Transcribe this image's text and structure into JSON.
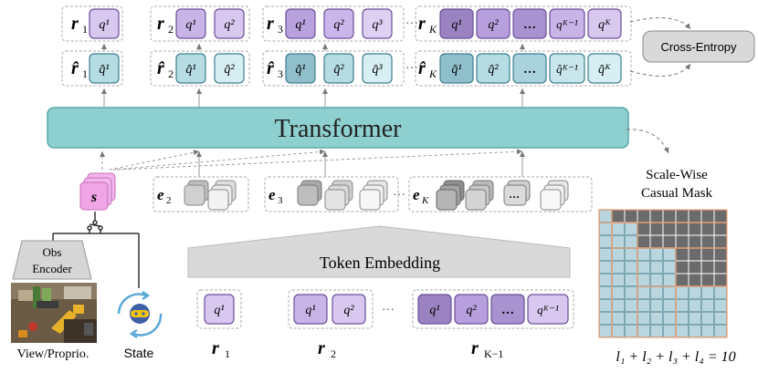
{
  "colors": {
    "teal": "#8ecfcf",
    "teal_border": "#5aa9a9",
    "purple_light": "#d8c7ef",
    "purple_mid": "#bba3df",
    "purple_dark": "#9b83c2",
    "purple_border": "#6b4f98",
    "q_hat_light": "#d7eef2",
    "q_hat_mid": "#b5dbe3",
    "q_hat_dark": "#8fbfcb",
    "q_hat_border": "#3f7f8f",
    "gray_block": "#d2d2d2",
    "mask_dark": "#6b6b6b",
    "mask_light": "#b9d6df",
    "mask_orange": "#f0a57a"
  },
  "top_row_r": {
    "r1": {
      "label": "r",
      "sub": "1",
      "tokens": [
        "q¹"
      ]
    },
    "r2": {
      "label": "r",
      "sub": "2",
      "tokens": [
        "q¹",
        "q²"
      ]
    },
    "r3": {
      "label": "r",
      "sub": "3",
      "tokens": [
        "q¹",
        "q²",
        "q³"
      ]
    },
    "rK": {
      "label": "r",
      "sub": "K",
      "tokens": [
        "q¹",
        "q²",
        "…",
        "qᴷ⁻¹",
        "qᴷ"
      ]
    }
  },
  "hat_row_r": {
    "r1": {
      "label": "r̂",
      "sub": "1",
      "tokens": [
        "q̂¹"
      ]
    },
    "r2": {
      "label": "r̂",
      "sub": "2",
      "tokens": [
        "q̂¹",
        "q̂²"
      ]
    },
    "r3": {
      "label": "r̂",
      "sub": "3",
      "tokens": [
        "q̂¹",
        "q̂²",
        "q̂³"
      ]
    },
    "rK": {
      "label": "r̂",
      "sub": "K",
      "tokens": [
        "q̂¹",
        "q̂²",
        "…",
        "q̂ᴷ⁻¹",
        "q̂ᴷ"
      ]
    }
  },
  "ellipsis": "···",
  "cross_entropy": "Cross-Entropy",
  "transformer": "Transformer",
  "e_labels": [
    {
      "label": "e",
      "sub": "2"
    },
    {
      "label": "e",
      "sub": "3"
    },
    {
      "label": "e",
      "sub": "K"
    }
  ],
  "state_token": "s",
  "obs_encoder": {
    "line1": "Obs",
    "line2": "Encoder"
  },
  "view_label": "View/Proprio.",
  "state_label": "State",
  "token_embedding": "Token Embedding",
  "bottom_groups": [
    {
      "tokens": [
        "q¹"
      ],
      "label": "r",
      "sub": "1"
    },
    {
      "tokens": [
        "q¹",
        "q²"
      ],
      "label": "r",
      "sub": "2"
    },
    {
      "tokens": [
        "q¹",
        "q²",
        "…",
        "qᴷ⁻¹"
      ],
      "label": "r",
      "sub": "K−1"
    }
  ],
  "mask_title": {
    "line1": "Scale-Wise",
    "line2": "Casual Mask"
  },
  "mask_equation": "l₁ + l₂ + l₃ + l₄ = 10",
  "mask_scales": [
    1,
    2,
    3,
    4
  ]
}
